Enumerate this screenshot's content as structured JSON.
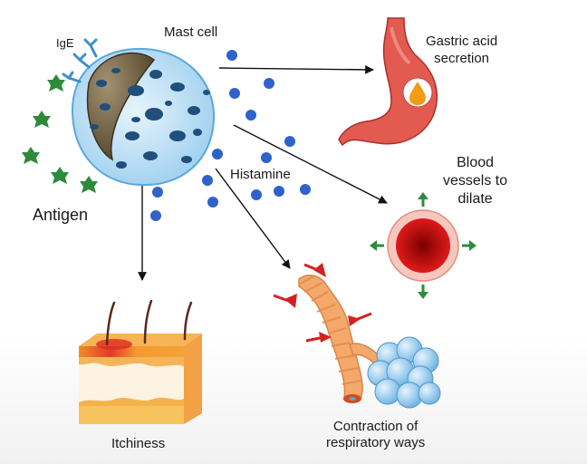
{
  "labels": {
    "ige": "IgE",
    "mast_cell": "Mast cell",
    "antigen": "Antigen",
    "histamine": "Histamine",
    "gastric": [
      "Gastric acid",
      "secretion"
    ],
    "blood": [
      "Blood",
      "vessels to",
      "dilate"
    ],
    "itchiness": "Itchiness",
    "contraction": [
      "Contraction of",
      "respiratory ways"
    ]
  },
  "colors": {
    "cell_fill": "#bde0f5",
    "cell_edge": "#5aa8dc",
    "granule": "#1f4f7a",
    "nucleus": "#6b5a3e",
    "histamine": "#2f63c9",
    "antigen": "#2e8b3a",
    "stomach": "#e35a50",
    "vessel_outer": "#f6c7bd",
    "vessel_inner": "#c41212",
    "arrow_green": "#2e8b3a",
    "skin_top": "#f39030",
    "skin_base": "#f6c35e",
    "airway": "#f4a86c",
    "alveoli": "#8fc6ea",
    "pressure_arrow": "#d32222"
  }
}
